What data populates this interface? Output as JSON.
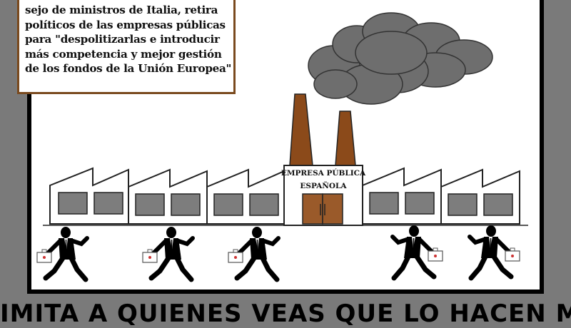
{
  "caption": {
    "lines": [
      "sejo de ministros de Italia, retira",
      "políticos de las empresas públicas",
      "para \"despolitizarlas e introducir",
      "más competencia y mejor gestión",
      "de los fondos de la Unión Europea\""
    ]
  },
  "factory": {
    "sign_line1": "EMPRESA PÚBLICA",
    "sign_line2": "ESPAÑOLA"
  },
  "bottom_title": "IMITA A QUIENES VEAS QUE LO HACEN MEJOR",
  "colors": {
    "background": "#7a7a7a",
    "frame": "#ffffff",
    "chimney": "#8b4a1a",
    "door": "#9a5a2a",
    "smoke": "#6e6e6e",
    "window": "#7d7d7d",
    "caption_border": "#7a4a1e"
  }
}
